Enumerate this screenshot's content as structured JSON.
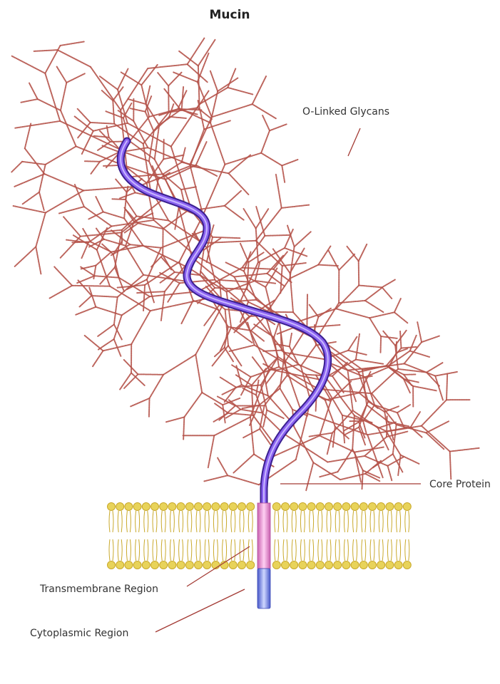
{
  "title": "Mucin",
  "labels": {
    "glycans": "O-Linked Glycans",
    "core": "Core Protein",
    "transmembrane": "Transmembrane Region",
    "cytoplasmic": "Cytoplasmic Region"
  },
  "colors": {
    "glycan": "#b5534a",
    "protein": "#7a4fe0",
    "protein_dark": "#4a2cb0",
    "transmembrane": "#e88fd3",
    "cytoplasmic": "#7d8ff0",
    "lipid": "#e8d35a",
    "lipid_stroke": "#c9a92c",
    "leader": "#a33a34"
  }
}
